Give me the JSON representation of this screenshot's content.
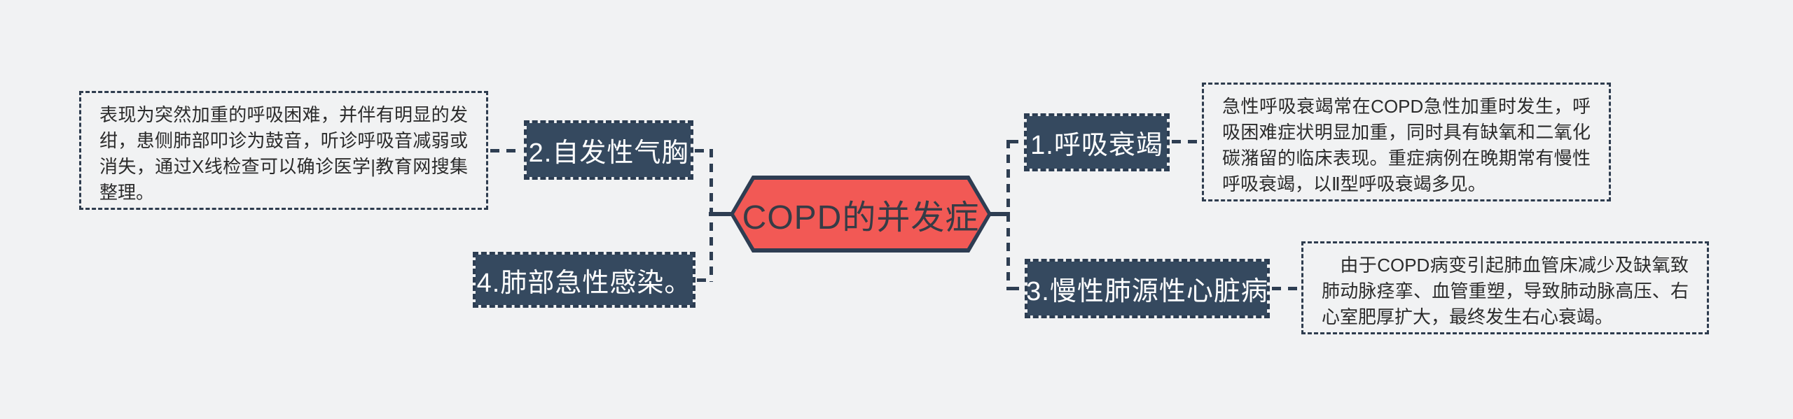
{
  "colors": {
    "canvas_bg": "#f1f2f3",
    "line": "#2e3e52",
    "node_fill": "#35495f",
    "node_border": "#2c3d52",
    "node_text": "#ffffff",
    "center_fill": "#f25955",
    "center_border": "#2e3d52",
    "center_text": "#363c46",
    "note_border": "#2e3c4e",
    "note_text": "#2b2b2b"
  },
  "center_node": {
    "label": "COPD的并发症"
  },
  "branch_nodes": {
    "n1": {
      "label": "1.呼吸衰竭"
    },
    "n2": {
      "label": "2.自发性气胸"
    },
    "n3": {
      "label": "3.慢性肺源性心脏病"
    },
    "n4": {
      "label": "4.肺部急性感染。"
    }
  },
  "notes": {
    "n2_note": {
      "text": "表现为突然加重的呼吸困难，并伴有明显的发绀，患侧肺部叩诊为鼓音，听诊呼吸音减弱或消失，通过X线检查可以确诊医学|教育网搜集整理。"
    },
    "n1_note": {
      "text": "急性呼吸衰竭常在COPD急性加重时发生，呼吸困难症状明显加重，同时具有缺氧和二氧化碳潴留的临床表现。重症病例在晚期常有慢性呼吸衰竭，以Ⅱ型呼吸衰竭多见。"
    },
    "n3_note": {
      "text": "　由于COPD病变引起肺血管床减少及缺氧致肺动脉痉挛、血管重塑，导致肺动脉高压、右心室肥厚扩大，最终发生右心衰竭。"
    }
  }
}
